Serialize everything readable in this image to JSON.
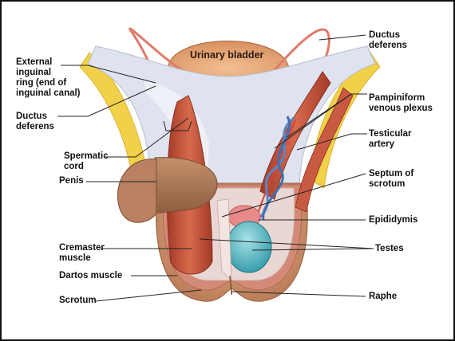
{
  "labels": {
    "urinary_bladder": "Urinary bladder",
    "ductus_deferens_right": "Ductus\ndeferens",
    "external_inguinal_ring": "External\ninguinal\nring (end of\ninguinal canal)",
    "ductus_deferens_left": "Ductus\ndeferens",
    "spermatic_cord": "Spermatic\ncord",
    "penis": "Penis",
    "cremaster_muscle": "Cremaster\nmuscle",
    "dartos_muscle": "Dartos muscle",
    "scrotum": "Scrotum",
    "pampiniform_plexus": "Pampiniform\nvenous plexus",
    "testicular_artery": "Testicular\nartery",
    "septum_of_scrotum": "Septum of\nscrotum",
    "epididymis": "Epididymis",
    "testes": "Testes",
    "raphe": "Raphe"
  },
  "colors": {
    "skin": "#c9906a",
    "muscle": "#c0503a",
    "fascia": "#dfe3ef",
    "fat": "#f1d04a",
    "bladder": "#e8a979",
    "testis": "#5ab9c4",
    "epididymis": "#e98a8a",
    "vein": "#5a86c6",
    "leader": "#222222"
  }
}
